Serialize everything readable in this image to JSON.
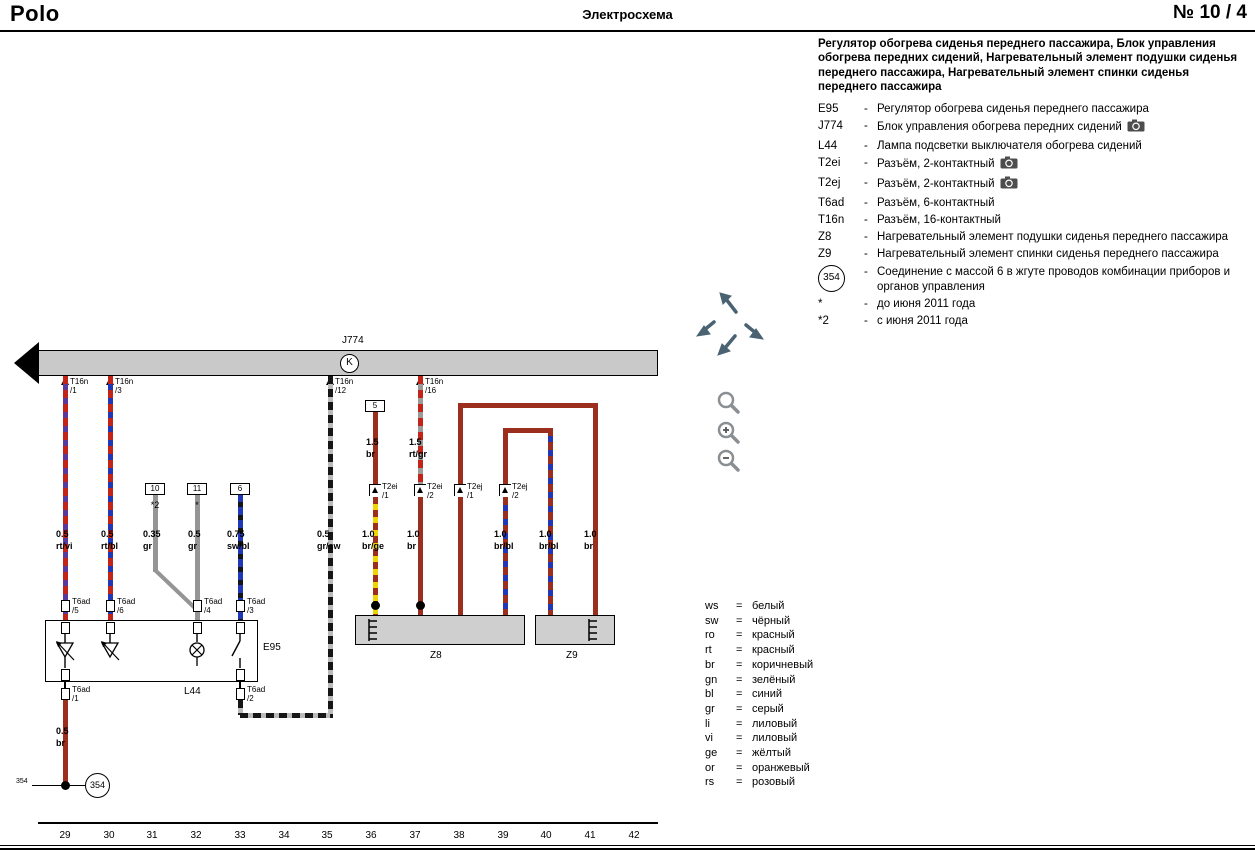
{
  "header": {
    "brand": "Polo",
    "title": "Электросхема",
    "page_label": "№  10 / 4"
  },
  "legend": {
    "title": "Регулятор обогрева сиденья переднего пассажира, Блок управления обогрева передних сидений, Нагревательный элемент подушки сиденья переднего пассажира, Нагревательный элемент спинки сиденья переднего пассажира",
    "dash": "-",
    "items": [
      {
        "code": "E95",
        "desc": "Регулятор обогрева сиденья переднего пассажира"
      },
      {
        "code": "J774",
        "desc": "Блок управления обогрева передних сидений"
      },
      {
        "code": "L44",
        "desc": "Лампа подсветки выключателя обогрева сидений"
      },
      {
        "code": "T2ei",
        "desc": "Разъём, 2-контактный"
      },
      {
        "code": "T2ej",
        "desc": "Разъём, 2-контактный"
      },
      {
        "code": "T6ad",
        "desc": "Разъём, 6-контактный"
      },
      {
        "code": "T16n",
        "desc": "Разъём, 16-контактный"
      },
      {
        "code": "Z8",
        "desc": "Нагревательный элемент подушки сиденья переднего пассажира"
      },
      {
        "code": "Z9",
        "desc": "Нагревательный элемент спинки сиденья переднего пассажира"
      },
      {
        "code": "354",
        "desc": "Соединение с массой 6 в жгуте проводов комбинации приборов и органов управления"
      },
      {
        "code": "*",
        "desc": "до июня 2011 года"
      },
      {
        "code": "*2",
        "desc": "с июня 2011 года"
      }
    ]
  },
  "color_legend": {
    "eq": "=",
    "items": [
      {
        "code": "ws",
        "name": "белый"
      },
      {
        "code": "sw",
        "name": "чёрный"
      },
      {
        "code": "ro",
        "name": "красный"
      },
      {
        "code": "rt",
        "name": "красный"
      },
      {
        "code": "br",
        "name": "коричневый"
      },
      {
        "code": "gn",
        "name": "зелёный"
      },
      {
        "code": "bl",
        "name": "синий"
      },
      {
        "code": "gr",
        "name": "серый"
      },
      {
        "code": "li",
        "name": "лиловый"
      },
      {
        "code": "vi",
        "name": "лиловый"
      },
      {
        "code": "ge",
        "name": "жёлтый"
      },
      {
        "code": "or",
        "name": "оранжевый"
      },
      {
        "code": "rs",
        "name": "розовый"
      }
    ]
  },
  "schematic": {
    "bus": {
      "label": "J774",
      "k": "K"
    },
    "top_pins": [
      {
        "name": "T16n",
        "pin": "/1"
      },
      {
        "name": "T16n",
        "pin": "/3"
      },
      {
        "name": "T16n",
        "pin": "/12"
      },
      {
        "name": "T16n",
        "pin": "/16"
      }
    ],
    "ref_boxes": {
      "b10": "10",
      "b11": "11",
      "b6": "6",
      "b5": "5"
    },
    "marks": {
      "star2": "*2",
      "star": "*"
    },
    "t2_pins": [
      {
        "name": "T2ei",
        "pin": "/1"
      },
      {
        "name": "T2ei",
        "pin": "/2"
      },
      {
        "name": "T2ej",
        "pin": "/1"
      },
      {
        "name": "T2ej",
        "pin": "/2"
      }
    ],
    "t6_pins": [
      {
        "name": "T6ad",
        "pin": "/5"
      },
      {
        "name": "T6ad",
        "pin": "/6"
      },
      {
        "name": "T6ad",
        "pin": "/4"
      },
      {
        "name": "T6ad",
        "pin": "/3"
      },
      {
        "name": "T6ad",
        "pin": "/1"
      },
      {
        "name": "T6ad",
        "pin": "/2"
      }
    ],
    "wire_labels": [
      {
        "size": "0.5",
        "color": "rt/vi"
      },
      {
        "size": "0.5",
        "color": "rt/bl"
      },
      {
        "size": "0.35",
        "color": "gr"
      },
      {
        "size": "0.5",
        "color": "gr"
      },
      {
        "size": "0.75",
        "color": "sw/bl"
      },
      {
        "size": "0.5",
        "color": "gr/sw"
      },
      {
        "size": "1.5",
        "color": "br"
      },
      {
        "size": "1.5",
        "color": "rt/gr"
      },
      {
        "size": "1.0",
        "color": "br/ge"
      },
      {
        "size": "1.0",
        "color": "br"
      },
      {
        "size": "1.0",
        "color": "br/bl"
      },
      {
        "size": "1.0",
        "color": "br/bl"
      },
      {
        "size": "1.0",
        "color": "br"
      },
      {
        "size": "0.5",
        "color": "br"
      }
    ],
    "components": {
      "e95": "E95",
      "l44": "L44",
      "z8": "Z8",
      "z9": "Z9"
    },
    "ground": {
      "circle": "354",
      "tiny": "354"
    },
    "scale": [
      "29",
      "30",
      "31",
      "32",
      "33",
      "34",
      "35",
      "36",
      "37",
      "38",
      "39",
      "40",
      "41",
      "42"
    ]
  },
  "colors": {
    "wire_red": "#c22517",
    "wire_violet": "#583a9e",
    "wire_blue": "#2038b8",
    "wire_brown": "#9c2e1e",
    "wire_yellow": "#ecd500",
    "wire_gray": "#959595",
    "wire_black": "#161616",
    "bus_gray": "#c9c9c9",
    "nav_arrow": "#4a6272"
  }
}
